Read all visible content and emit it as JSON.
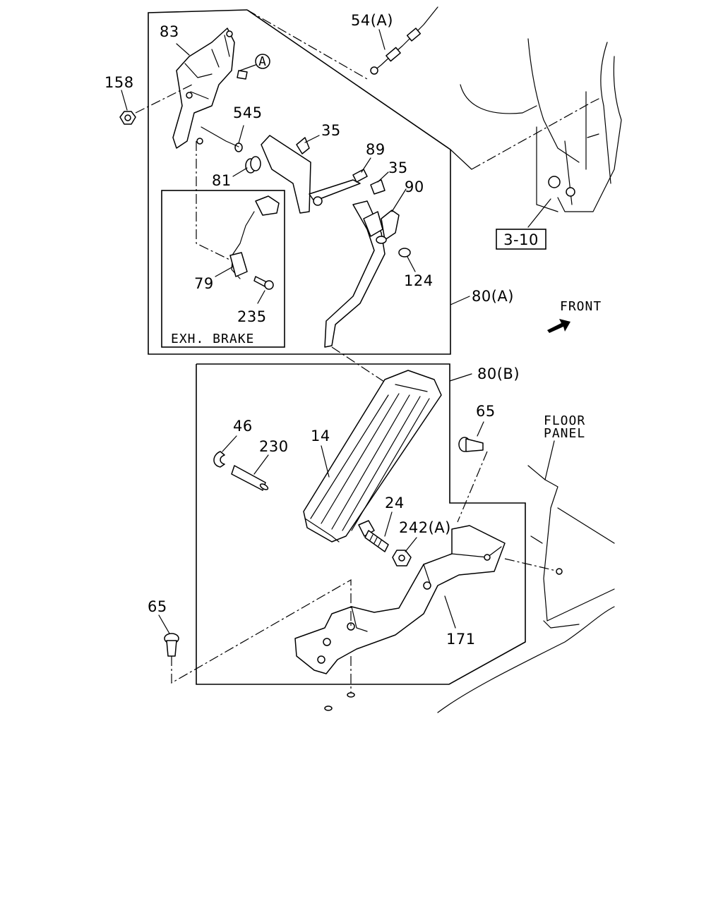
{
  "callouts": {
    "p83": "83",
    "p158": "158",
    "p545": "545",
    "p81": "81",
    "p35a": "35",
    "p35b": "35",
    "p89": "89",
    "p90": "90",
    "p54a": "54(A)",
    "ref_a": "A",
    "p79": "79",
    "p235": "235",
    "p124": "124",
    "p80a": "80(A)",
    "p80b": "80(B)",
    "p46": "46",
    "p230": "230",
    "p14": "14",
    "p24": "24",
    "p242a": "242(A)",
    "p65a": "65",
    "p65b": "65",
    "p171": "171",
    "ref_3_10": "3-10"
  },
  "notes": {
    "exh_brake": "EXH. BRAKE",
    "front": "FRONT",
    "floor_line1": "FLOOR",
    "floor_line2": "PANEL"
  }
}
